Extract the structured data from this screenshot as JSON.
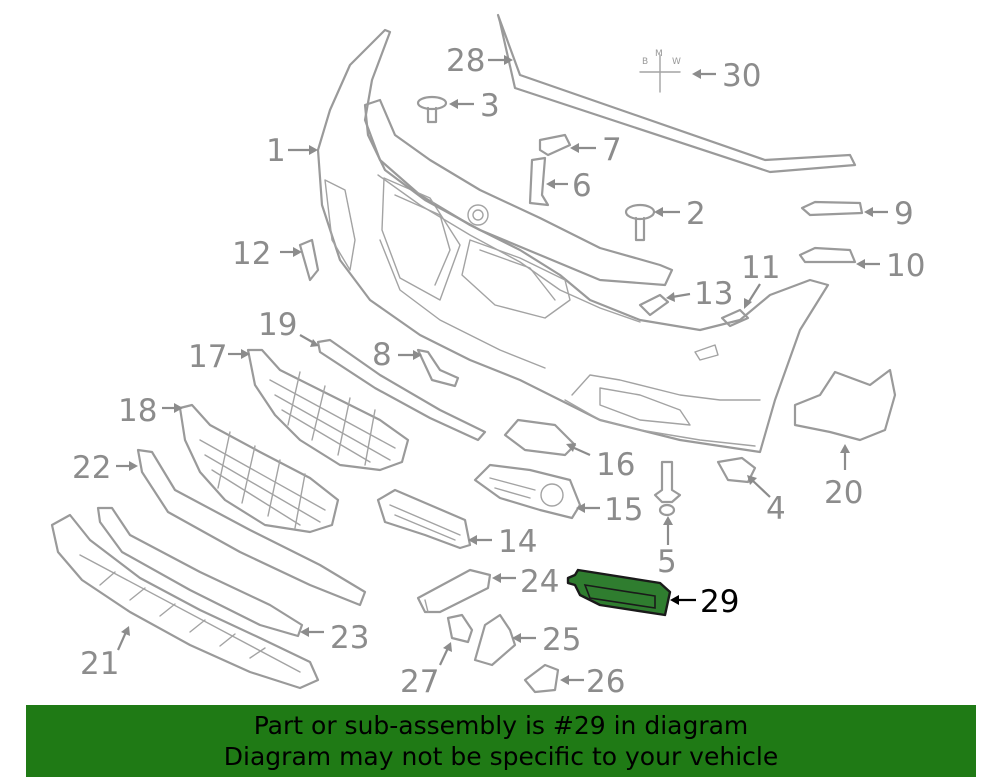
{
  "callouts": [
    "1",
    "2",
    "3",
    "4",
    "5",
    "6",
    "7",
    "8",
    "9",
    "10",
    "11",
    "12",
    "13",
    "14",
    "15",
    "16",
    "17",
    "18",
    "19",
    "20",
    "21",
    "22",
    "23",
    "24",
    "25",
    "26",
    "27",
    "28",
    "29",
    "30"
  ],
  "highlighted_part": "29",
  "banner": {
    "line1": "Part or sub-assembly is #29 in diagram",
    "line2": "Diagram may not be specific to your vehicle"
  },
  "colors": {
    "banner_bg": "#1f7a15",
    "highlight_fill": "#2f7d2f",
    "line_art": "#9a9a9a"
  }
}
